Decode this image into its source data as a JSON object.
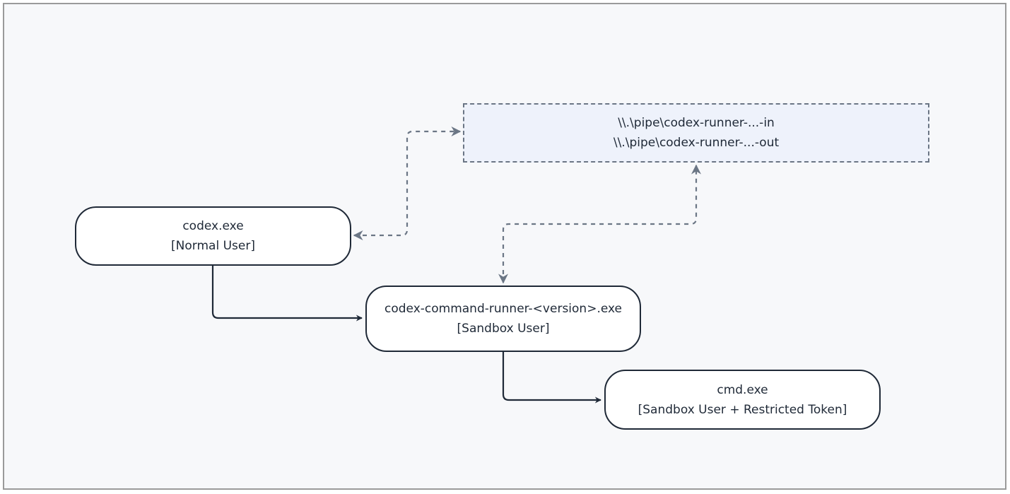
{
  "diagram": {
    "nodes": {
      "codex": {
        "line1": "codex.exe",
        "line2": "[Normal User]"
      },
      "runner": {
        "line1": "codex-command-runner-<version>.exe",
        "line2": "[Sandbox User]"
      },
      "cmd": {
        "line1": "cmd.exe",
        "line2": "[Sandbox User + Restricted Token]"
      },
      "pipe": {
        "line1": "\\\\.\\pipe\\codex-runner-...-in",
        "line2": "\\\\.\\pipe\\codex-runner-...-out"
      }
    },
    "edges": [
      {
        "from": "codex",
        "to": "runner",
        "style": "solid"
      },
      {
        "from": "runner",
        "to": "cmd",
        "style": "solid"
      },
      {
        "from": "codex",
        "to": "pipe",
        "style": "dashed",
        "bidirectional": true
      },
      {
        "from": "runner",
        "to": "pipe",
        "style": "dashed",
        "bidirectional": true
      }
    ],
    "colors": {
      "background": "#f7f8fa",
      "frame": "#9a9a9a",
      "node_border": "#1f2937",
      "pipe_fill": "#eef2fb",
      "dashed_edge": "#6b7685"
    }
  }
}
